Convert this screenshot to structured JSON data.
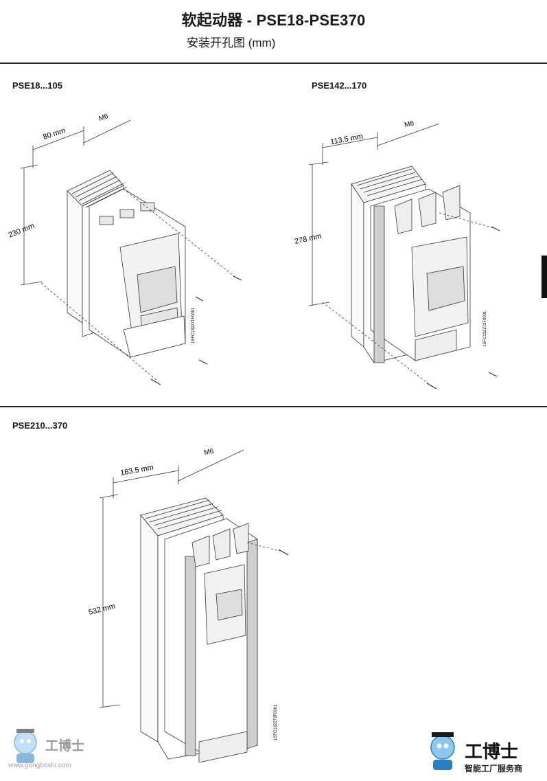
{
  "header": {
    "title": "软起动器 - PSE18-PSE370",
    "subtitle": "安装开孔图 (mm)"
  },
  "sections": [
    {
      "label": "PSE18...105",
      "width_dim": "80 mm",
      "height_dim": "230 mm",
      "screw": "M6",
      "code": "1SFC132271F0001"
    },
    {
      "label": "PSE142...170",
      "width_dim": "113.5 mm",
      "height_dim": "278 mm",
      "screw": "M6",
      "code": "1SFC132272F0001"
    },
    {
      "label": "PSE210...370",
      "width_dim": "163.5 mm",
      "height_dim": "532 mm",
      "screw": "M6",
      "code": "1SFC132273F0001"
    }
  ],
  "watermark": {
    "brand": "工博士",
    "url": "www.gongboshi.com",
    "tagline": "智能工厂服务商"
  },
  "colors": {
    "accent_blue": "#2b7fc2",
    "ink": "#1a1a1a",
    "line": "#333333"
  }
}
